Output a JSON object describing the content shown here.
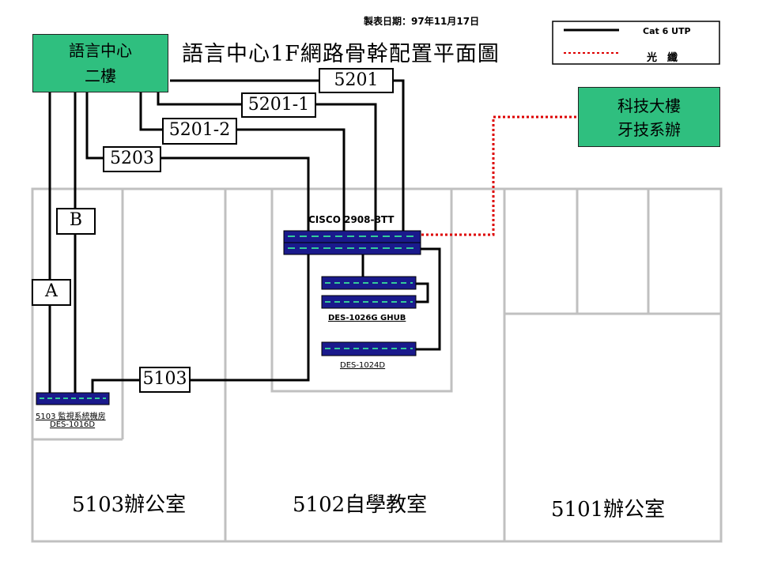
{
  "header": {
    "date": "製表日期：97年11月17日",
    "title": "語言中心1F網路骨幹配置平面圖"
  },
  "legend": {
    "cat6": "Cat 6 UTP",
    "fiber": "光　纖"
  },
  "buildings": {
    "language_center": "語言中心\n二樓",
    "tech_building": "科技大樓\n牙技系辦"
  },
  "links": {
    "l5201": "5201",
    "l5201_1": "5201-1",
    "l5201_2": "5201-2",
    "l5203": "5203",
    "lB": "B",
    "lA": "A",
    "l5103": "5103"
  },
  "devices": {
    "cisco": "CISCO 2908-8TT",
    "des1026": "DES-1026G GHUB",
    "des1024": "DES-1024D",
    "des1016_room": "5103 監視系統機房",
    "des1016": "DES-1016D"
  },
  "rooms": {
    "r5103": "5103辦公室",
    "r5102": "5102自學教室",
    "r5101": "5101辦公室"
  },
  "colors": {
    "green": "#2fbf7f",
    "switch_blue": "#1a1a8c",
    "port_green": "#33cc99",
    "fiber_red": "#dd0000",
    "wall_gray": "#c0c0c0"
  }
}
